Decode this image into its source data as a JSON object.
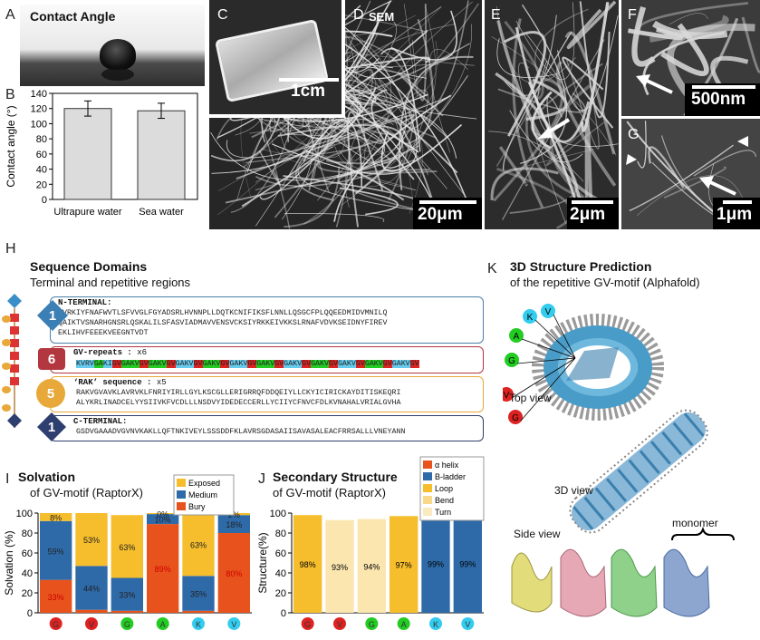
{
  "panel_letters": {
    "A": "A",
    "B": "B",
    "C": "C",
    "D": "D",
    "E": "E",
    "F": "F",
    "G": "G",
    "H": "H",
    "I": "I",
    "J": "J",
    "K": "K"
  },
  "panelA": {
    "title": "Contact Angle"
  },
  "panelC": {
    "scale": "1cm"
  },
  "panelD": {
    "label": "SEM",
    "scale": "20μm"
  },
  "panelE": {
    "scale": "2μm"
  },
  "panelF": {
    "scale": "500nm"
  },
  "panelG": {
    "scale": "1μm"
  },
  "panelH": {
    "title": "Sequence Domains",
    "subtitle": "Terminal and repetitive regions",
    "domains": [
      {
        "num": "1",
        "name": "N-TERMINAL",
        "count": "",
        "seq": [
          "MVRKIYFNAFWVTLSFVVGLFGYADSRLHVNNPLLDQTKCNIFIKSFLNNLLQSGCFPLQQEEDMIDVMNILQ",
          "QAIKTVSNARHGNSRLQSKALILSFASVIADMAVVENSVCKSIYRKKEIVKKSLRNAFVDVKSEIDNYFIREV",
          "EKLIHVFEEEKVEEGNTVDT"
        ],
        "color": "#4a7fa8"
      },
      {
        "num": "6",
        "name": "GV-repeats",
        "count": "x6",
        "color": "#b2373f"
      },
      {
        "num": "5",
        "name": "‘RAK’ sequence",
        "count": "x5",
        "seq": [
          "RAKVGVAVKLAVRVKLFNRIYIRLLGYLKSCGLLERIGRRQFDDQEIYLLCKYICIRICKAYDITISKEQRI",
          "ALYKRLINADCELYYSIIVKFVCDLLLNSDVYIDEDECCERLLYCIIYCFNVCFDLKVNAHALVRIALGVHA"
        ],
        "color": "#e8a83a"
      },
      {
        "num": "1",
        "name": "C-TERMINAL",
        "count": "",
        "seq": [
          "GSDVGAAADVGVNVKAKLLQFTNKIVEYLSSSDDFKLAVRSGDASAIISAVASALEACFRRSALLLVNEYANN"
        ],
        "color": "#2e3e6e"
      }
    ],
    "gv_segments": [
      {
        "t": "KVRV",
        "c": "#66ccee"
      },
      {
        "t": "GA",
        "c": "#22cc22"
      },
      {
        "t": "KI",
        "c": "#66ccee"
      },
      {
        "t": "GV",
        "c": "#dd2222"
      },
      {
        "t": "GAKV",
        "c": "#22cc22"
      },
      {
        "t": "GV",
        "c": "#dd2222"
      },
      {
        "t": "GAKV",
        "c": "#22cc22"
      },
      {
        "t": "GV",
        "c": "#dd2222"
      },
      {
        "t": "GAKV",
        "c": "#66ccee"
      },
      {
        "t": "GV",
        "c": "#dd2222"
      },
      {
        "t": "GAKV",
        "c": "#22cc22"
      },
      {
        "t": "GV",
        "c": "#dd2222"
      },
      {
        "t": "GAKV",
        "c": "#66ccee"
      },
      {
        "t": "GV",
        "c": "#dd2222"
      },
      {
        "t": "GAKV",
        "c": "#22cc22"
      },
      {
        "t": "GV",
        "c": "#dd2222"
      },
      {
        "t": "GAKV",
        "c": "#66ccee"
      },
      {
        "t": "GV",
        "c": "#dd2222"
      },
      {
        "t": "GAKV",
        "c": "#22cc22"
      },
      {
        "t": "GV",
        "c": "#dd2222"
      },
      {
        "t": "GAKV",
        "c": "#66ccee"
      },
      {
        "t": "GV",
        "c": "#dd2222"
      },
      {
        "t": "GAKV",
        "c": "#22cc22"
      },
      {
        "t": "GV",
        "c": "#dd2222"
      },
      {
        "t": "GAKV",
        "c": "#66ccee"
      },
      {
        "t": "GV",
        "c": "#dd2222"
      }
    ]
  },
  "panelK": {
    "title": "3D Structure Prediction",
    "subtitle": "of the repetitive GV-motif (Alphafold)",
    "top_view": "Top view",
    "view3d": "3D view",
    "side_view": "Side view",
    "monomer": "monomer",
    "residue_labels": [
      {
        "t": "K",
        "c": "#33ccee"
      },
      {
        "t": "V",
        "c": "#33ccee"
      },
      {
        "t": "A",
        "c": "#22cc22"
      },
      {
        "t": "G",
        "c": "#22cc22"
      },
      {
        "t": "V",
        "c": "#dd2222"
      },
      {
        "t": "G",
        "c": "#dd2222"
      }
    ]
  },
  "chart_data": [
    {
      "type": "bar",
      "title": "",
      "xlabel": "",
      "ylabel": "Contact angle (°)",
      "categories": [
        "Ultrapure water",
        "Sea water"
      ],
      "values": [
        120,
        117
      ],
      "errors": [
        10,
        10
      ],
      "ylim": [
        0,
        140
      ],
      "yticks": [
        0,
        20,
        40,
        60,
        80,
        100,
        120,
        140
      ]
    },
    {
      "type": "bar",
      "stacked": true,
      "title": "Solvation",
      "subtitle": "of GV-motif (RaptorX)",
      "ylabel": "Solvation (%)",
      "ylim": [
        0,
        100
      ],
      "yticks": [
        0,
        20,
        40,
        60,
        80,
        100
      ],
      "categories": [
        "G",
        "V",
        "G",
        "A",
        "K",
        "V"
      ],
      "category_colors": [
        "#dd2222",
        "#dd2222",
        "#22cc22",
        "#22cc22",
        "#33ccee",
        "#33ccee"
      ],
      "series": [
        {
          "name": "Bury",
          "color": "#e8521c",
          "values": [
            33,
            3,
            2,
            89,
            2,
            80
          ]
        },
        {
          "name": "Medium",
          "color": "#2e6aa8",
          "values": [
            59,
            44,
            33,
            10,
            35,
            18
          ]
        },
        {
          "name": "Exposed",
          "color": "#f6bd2c",
          "values": [
            8,
            53,
            63,
            1,
            63,
            2
          ]
        }
      ],
      "labels": [
        [
          "33%",
          "59%",
          "8%"
        ],
        [
          "",
          "44%",
          "53%"
        ],
        [
          "",
          "33%",
          "63%"
        ],
        [
          "89%",
          "10%",
          "0%"
        ],
        [
          "",
          "35%",
          "63%"
        ],
        [
          "80%",
          "18%",
          "2%"
        ]
      ]
    },
    {
      "type": "bar",
      "stacked": true,
      "title": "Secondary Structure",
      "subtitle": "of GV-motif (RaptorX)",
      "ylabel": "Structure(%)",
      "ylim": [
        0,
        100
      ],
      "yticks": [
        0,
        20,
        40,
        60,
        80,
        100
      ],
      "categories": [
        "G",
        "V",
        "G",
        "A",
        "K",
        "V"
      ],
      "category_colors": [
        "#dd2222",
        "#dd2222",
        "#22cc22",
        "#22cc22",
        "#33ccee",
        "#33ccee"
      ],
      "series": [
        {
          "name": "α helix",
          "color": "#e8521c"
        },
        {
          "name": "B-ladder",
          "color": "#2e6aa8"
        },
        {
          "name": "Loop",
          "color": "#f6bd2c"
        },
        {
          "name": "Bend",
          "color": "#f8d98a"
        },
        {
          "name": "Turn",
          "color": "#fbeac0"
        }
      ],
      "bars": [
        {
          "main": 98,
          "color": "#f6bd2c",
          "label": "98%"
        },
        {
          "main": 93,
          "color": "#fbe6b0",
          "label": "93%"
        },
        {
          "main": 94,
          "color": "#fbe6b0",
          "label": "94%"
        },
        {
          "main": 97,
          "color": "#f6bd2c",
          "label": "97%"
        },
        {
          "main": 99,
          "color": "#2e6aa8",
          "label": "99%"
        },
        {
          "main": 99,
          "color": "#2e6aa8",
          "label": "99%"
        }
      ]
    }
  ]
}
